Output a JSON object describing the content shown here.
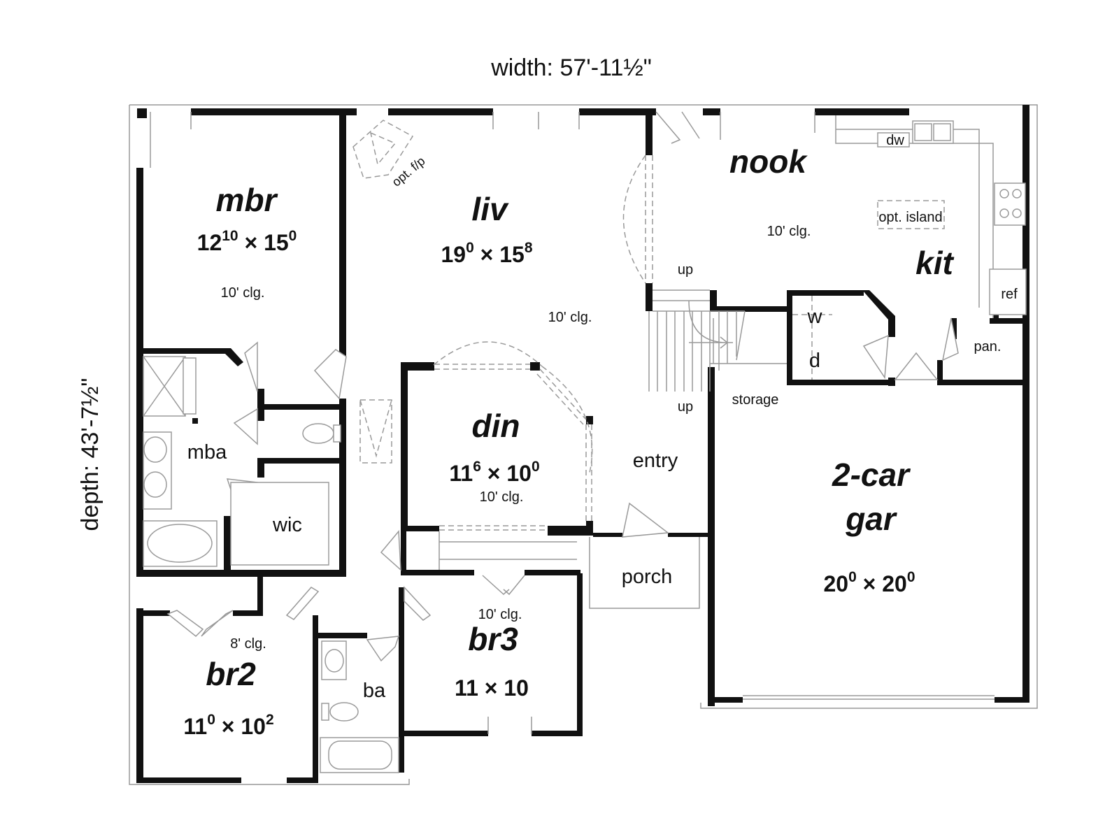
{
  "overall": {
    "width": "width: 57'-11½\"",
    "depth": "depth: 43'-7½\""
  },
  "rooms": {
    "mbr": {
      "name": "mbr",
      "w": "12",
      "w_sup": "10",
      "d": "15",
      "d_sup": "0",
      "clg": "10' clg."
    },
    "liv": {
      "name": "liv",
      "w": "19",
      "w_sup": "0",
      "d": "15",
      "d_sup": "8",
      "clg": "10' clg."
    },
    "nook": {
      "name": "nook",
      "clg": "10' clg."
    },
    "kit": {
      "name": "kit"
    },
    "din": {
      "name": "din",
      "w": "11",
      "w_sup": "6",
      "d": "10",
      "d_sup": "0",
      "clg": "10' clg."
    },
    "gar": {
      "name1": "2-car",
      "name2": "gar",
      "w": "20",
      "w_sup": "0",
      "d": "20",
      "d_sup": "0"
    },
    "br2": {
      "name": "br2",
      "w": "11",
      "w_sup": "0",
      "d": "10",
      "d_sup": "2",
      "clg": "8' clg."
    },
    "br3": {
      "name": "br3",
      "dims": "11 × 10",
      "clg": "10' clg."
    }
  },
  "labels": {
    "mba": "mba",
    "wic": "wic",
    "ba": "ba",
    "entry": "entry",
    "porch": "porch",
    "storage": "storage",
    "up_top": "up",
    "up_bottom": "up",
    "w": "w",
    "d": "d",
    "pan": "pan.",
    "ref": "ref",
    "dw": "dw",
    "opt_island": "opt. island",
    "opt_fp": "opt. f/p"
  }
}
